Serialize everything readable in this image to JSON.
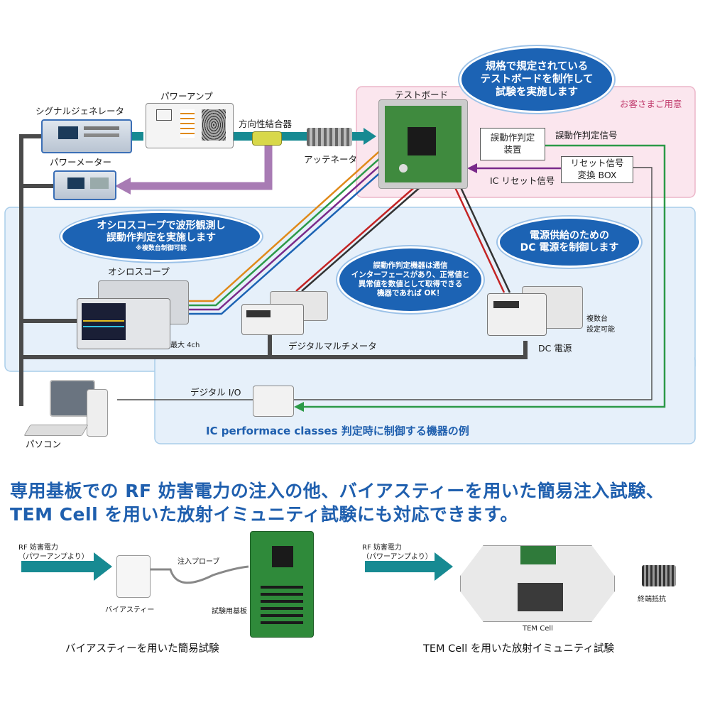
{
  "diagram": {
    "bubbles": {
      "testboard": [
        "規格で規定されている",
        "テストボードを制作して",
        "試験を実施します"
      ],
      "oscilloscope": [
        "オシロスコープで波形観測し",
        "誤動作判定を実施します"
      ],
      "oscilloscope_note": "※複数台制御可能",
      "dmm": [
        "誤動作判定機器は通信",
        "インターフェースがあり、正常値と",
        "異常値を数値として取得できる",
        "機器であれば OK！"
      ],
      "dc": [
        "電源供給のための",
        "DC 電源を制御します"
      ]
    },
    "labels": {
      "signal_generator": "シグナルジェネレータ",
      "power_amp": "パワーアンプ",
      "directional_coupler": "方向性結合器",
      "attenuator": "アッテネータ",
      "power_meter": "パワーメーター",
      "test_board": "テストボード",
      "customer": "お客さまご用意",
      "malfunction_device": [
        "誤動作判定",
        "装置"
      ],
      "malfunction_signal": "誤動作判定信号",
      "reset_box": [
        "リセット信号",
        "変換 BOX"
      ],
      "ic_reset": "IC リセット信号",
      "oscilloscope": "オシロスコープ",
      "max_4ch": "最大 4ch",
      "dmm": "デジタルマルチメータ",
      "dc_supply": "DC 電源",
      "multi_units": [
        "複数台",
        "設定可能"
      ],
      "digital_io": "デジタル I/O",
      "pc": "パソコン",
      "example_caption": "IC performace classes 判定時に制御する機器の例"
    }
  },
  "headline": {
    "line1": "専用基板での RF 妨害電力の注入の他、バイアスティーを用いた簡易注入試験、",
    "line2": "TEM Cell を用いた放射イミュニティ試験にも対応できます。"
  },
  "bottom_left": {
    "rf_label": [
      "RF 妨害電力",
      "（パワーアンプより）"
    ],
    "injection_probe": "注入プローブ",
    "bias_tee": "バイアスティー",
    "test_board": "試験用基板",
    "caption": "バイアスティーを用いた簡易試験"
  },
  "bottom_right": {
    "rf_label": [
      "RF 妨害電力",
      "（パワーアンプより）"
    ],
    "terminator": "終端抵抗",
    "tem_cell": "TEM Cell",
    "caption": "TEM Cell を用いた放射イミュニティ試験"
  },
  "colors": {
    "blue_region": "#e6f0fa",
    "pink_region": "#fbe6ee",
    "bubble_blue": "#1c63b4",
    "arrow_teal": "#178a92",
    "arrow_purple": "#a87bb4",
    "green_wire": "#2c9a48",
    "purple_wire": "#7a2a8a",
    "headline_blue": "#1f5fae"
  }
}
